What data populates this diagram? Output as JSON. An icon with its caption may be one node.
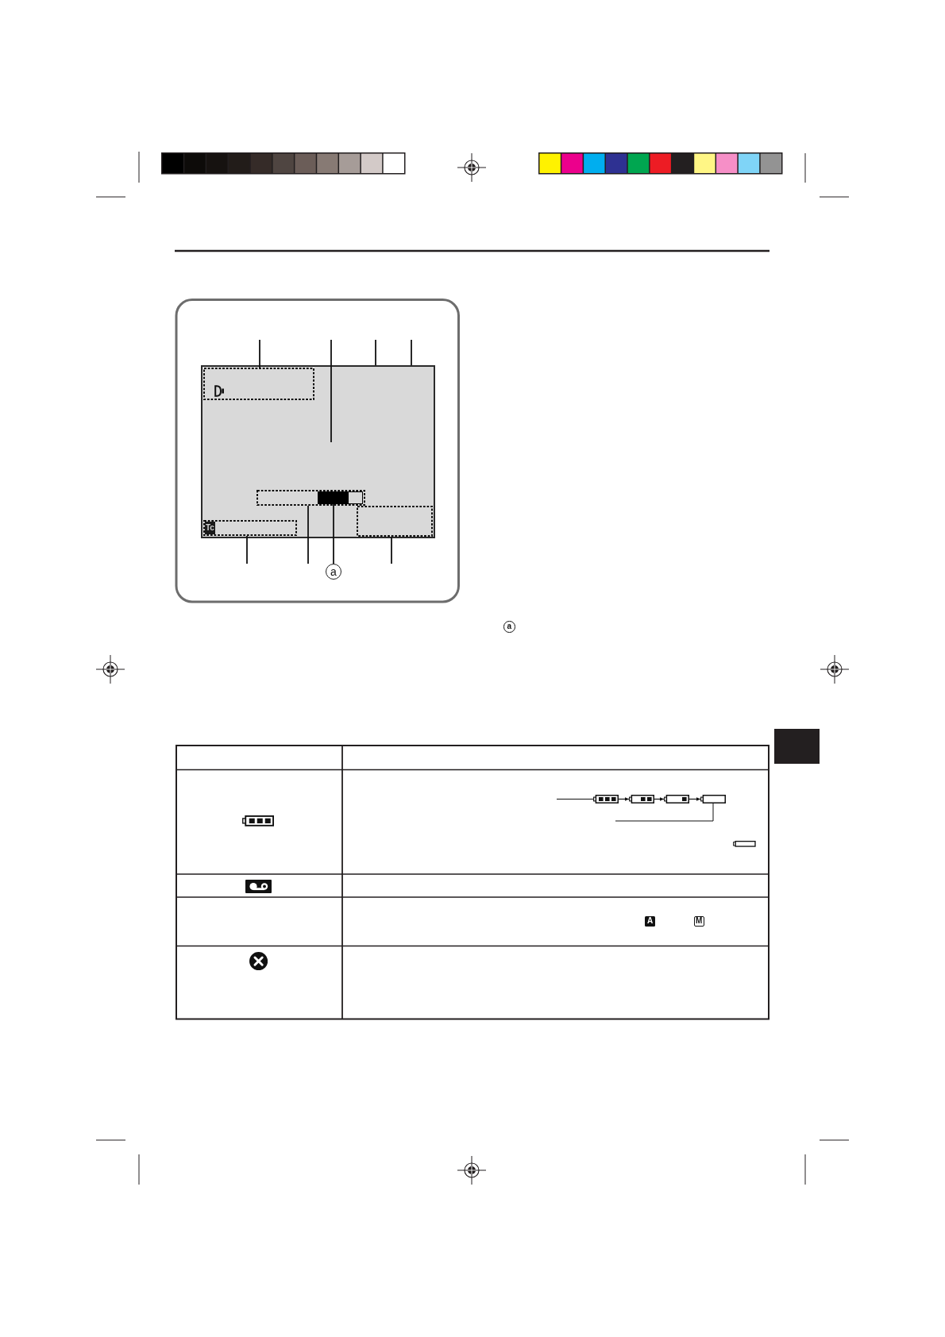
{
  "diagram": {
    "nodes": [
      {
        "text": [],
        "shape": "box"
      },
      {
        "text": [],
        "shape": "box",
        "in": 0
      },
      {
        "text": [],
        "shape": "box",
        "in": 0
      },
      {
        "text": [],
        "shape": "bar",
        "in": 2
      },
      {
        "text": [
          "Tc"
        ],
        "in": 0
      },
      {
        "text": [],
        "shape": "box",
        "in": 0
      },
      {
        "text": [
          "a"
        ]
      },
      {
        "text": [],
        "shape": "picture"
      },
      {
        "text": [],
        "shape": "picture"
      },
      {
        "text": [],
        "shape": "picture"
      },
      {
        "text": [],
        "shape": "box"
      }
    ],
    "edges": [
      {
        "from": null,
        "to": 1,
        "arrow": "none"
      },
      {
        "from": null,
        "to": 0,
        "arrow": "none"
      },
      {
        "from": null,
        "to": 0,
        "arrow": "none"
      },
      {
        "from": null,
        "to": 0,
        "arrow": "none"
      },
      {
        "from": null,
        "to": 4,
        "arrow": "none"
      },
      {
        "from": null,
        "to": 2,
        "arrow": "none"
      },
      {
        "from": 6,
        "to": 3,
        "arrow": "none"
      },
      {
        "from": null,
        "to": 5,
        "arrow": "none"
      },
      {
        "from": null,
        "to": 7,
        "arrow": "none"
      },
      {
        "from": 7,
        "to": 8,
        "arrow": "to"
      },
      {
        "from": 8,
        "to": 9,
        "arrow": "to"
      },
      {
        "from": 9,
        "to": 10,
        "arrow": "to"
      },
      {
        "from": null,
        "to": 10,
        "arrow": "none"
      }
    ],
    "labels": [
      "a",
      "A",
      "M"
    ]
  }
}
